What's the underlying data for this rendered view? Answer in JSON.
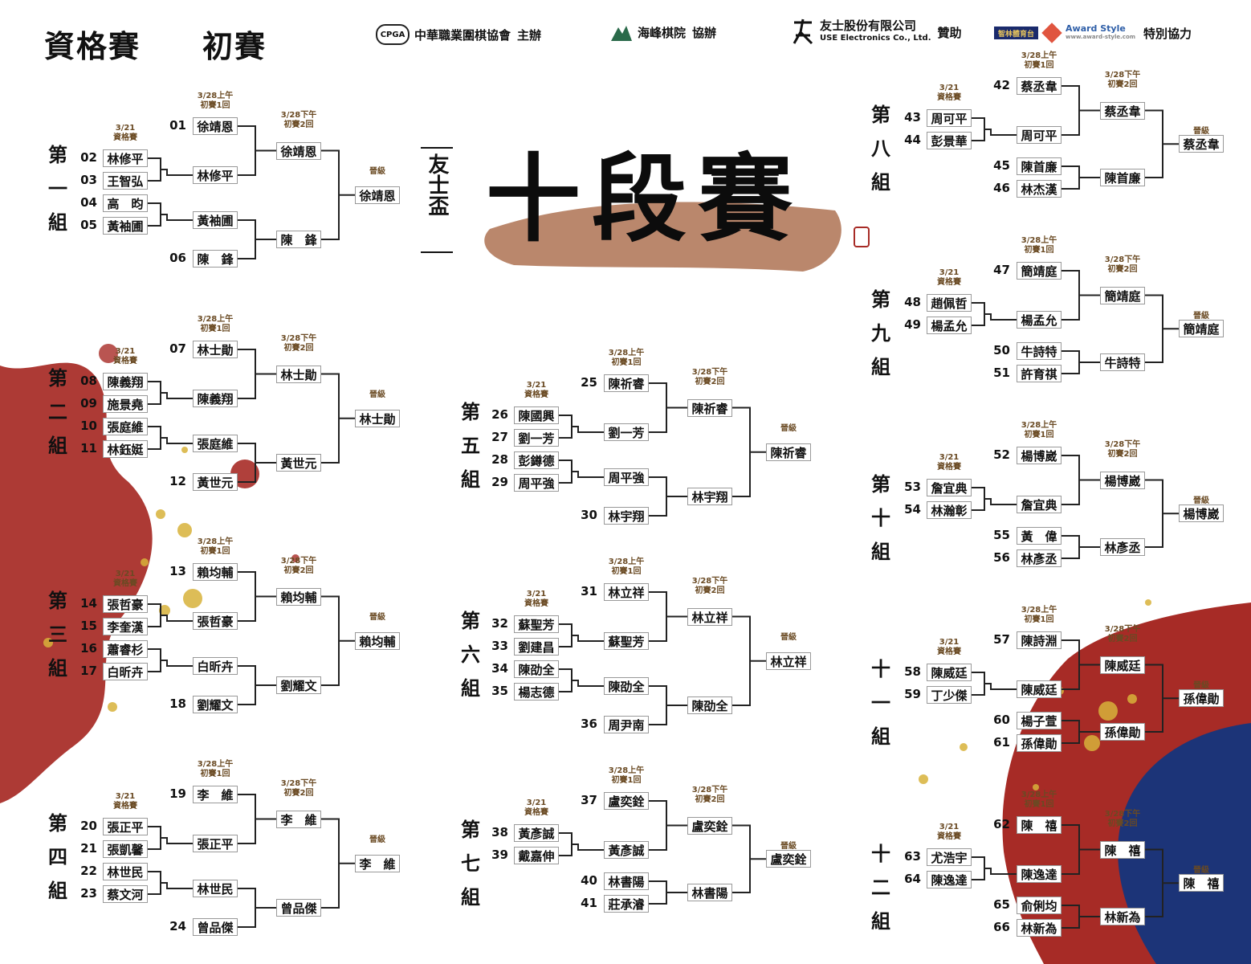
{
  "header": {
    "title_qualifier": "資格賽",
    "title_prelim": "初賽"
  },
  "sponsors": [
    {
      "logo": "CPGA",
      "name": "中華職業圍棋協會",
      "role": "主辦"
    },
    {
      "name": "海峰棋院",
      "role": "協辦"
    },
    {
      "name": "友士股份有限公司",
      "name_en": "USE Electronics Co., Ltd.",
      "role": "贊助"
    },
    {
      "name": "智林體育台",
      "name2": "Award Style",
      "name2_sub": "www.award-style.com",
      "role": "特別協力"
    }
  ],
  "event": {
    "cup_mark": "友士盃",
    "title": "十段賽"
  },
  "round_labels": {
    "qualifier": [
      "3/21",
      "資格賽"
    ],
    "r1": [
      "3/28上午",
      "初賽1回"
    ],
    "r2": [
      "3/28下午",
      "初賽2回"
    ],
    "advance": "晉級"
  },
  "groups": [
    {
      "label": "第一組",
      "seeds": [
        "01",
        "02",
        "03",
        "04",
        "05",
        "06"
      ],
      "players": [
        "徐靖恩",
        "林修平",
        "王智弘",
        "高　昀",
        "黃袖圃",
        "陳　鋒"
      ],
      "q1": "林修平",
      "q2": "黃袖圃",
      "r2a": "徐靖恩",
      "r2b": "陳　鋒",
      "winner": "徐靖恩"
    },
    {
      "label": "第二組",
      "seeds": [
        "07",
        "08",
        "09",
        "10",
        "11",
        "12"
      ],
      "players": [
        "林士勛",
        "陳義翔",
        "施景堯",
        "張庭維",
        "林鈺娗",
        "黃世元"
      ],
      "q1": "陳義翔",
      "q2": "張庭維",
      "r2a": "林士勛",
      "r2b": "黃世元",
      "winner": "林士勛"
    },
    {
      "label": "第三組",
      "seeds": [
        "13",
        "14",
        "15",
        "16",
        "17",
        "18"
      ],
      "players": [
        "賴均輔",
        "張哲豪",
        "李奎漢",
        "蕭睿杉",
        "白昕卉",
        "劉耀文"
      ],
      "q1": "張哲豪",
      "q2": "白昕卉",
      "r2a": "賴均輔",
      "r2b": "劉耀文",
      "winner": "賴均輔"
    },
    {
      "label": "第四組",
      "seeds": [
        "19",
        "20",
        "21",
        "22",
        "23",
        "24"
      ],
      "players": [
        "李　維",
        "張正平",
        "張凱馨",
        "林世民",
        "蔡文河",
        "曾品傑"
      ],
      "q1": "張正平",
      "q2": "林世民",
      "r2a": "李　維",
      "r2b": "曾品傑",
      "winner": "李　維"
    },
    {
      "label": "第五組",
      "seeds": [
        "25",
        "26",
        "27",
        "28",
        "29",
        "30"
      ],
      "players": [
        "陳祈睿",
        "陳國興",
        "劉一芳",
        "彭鐏德",
        "周平強",
        "林宇翔"
      ],
      "q1": "劉一芳",
      "q2": "周平強",
      "r2a": "陳祈睿",
      "r2b": "林宇翔",
      "winner": "陳祈睿"
    },
    {
      "label": "第六組",
      "seeds": [
        "31",
        "32",
        "33",
        "34",
        "35",
        "36"
      ],
      "players": [
        "林立祥",
        "蘇聖芳",
        "劉建昌",
        "陳劭全",
        "楊志德",
        "周尹南"
      ],
      "q1": "蘇聖芳",
      "q2": "陳劭全",
      "r2a": "林立祥",
      "r2b": "陳劭全",
      "winner": "林立祥"
    },
    {
      "label": "第七組",
      "seeds": [
        "37",
        "38",
        "39",
        "40",
        "41"
      ],
      "players": [
        "盧奕銓",
        "黃彥誠",
        "戴嘉伸",
        "林書陽",
        "莊承濬"
      ],
      "q1": "黃彥誠",
      "q2": "林書陽",
      "r2a": "盧奕銓",
      "r2b": "林書陽",
      "winner": "盧奕銓"
    },
    {
      "label": "第八組",
      "seeds": [
        "42",
        "43",
        "44",
        "45",
        "46"
      ],
      "players": [
        "蔡丞韋",
        "周可平",
        "彭景華",
        "陳首廉",
        "林杰漢"
      ],
      "q1": "周可平",
      "q2": "陳首廉",
      "r2a": "蔡丞韋",
      "r2b": "陳首廉",
      "winner": "蔡丞韋"
    },
    {
      "label": "第九組",
      "seeds": [
        "47",
        "48",
        "49",
        "50",
        "51"
      ],
      "players": [
        "簡靖庭",
        "趙佩哲",
        "楊孟允",
        "牛詩特",
        "許育祺"
      ],
      "q1": "楊孟允",
      "q2": "牛詩特",
      "r2a": "簡靖庭",
      "r2b": "牛詩特",
      "winner": "簡靖庭"
    },
    {
      "label": "第十組",
      "seeds": [
        "52",
        "53",
        "54",
        "55",
        "56"
      ],
      "players": [
        "楊博崴",
        "詹宜典",
        "林瀚彰",
        "黃　偉",
        "林彥丞"
      ],
      "q1": "詹宜典",
      "q2": "林彥丞",
      "r2a": "楊博崴",
      "r2b": "林彥丞",
      "winner": "楊博崴"
    },
    {
      "label": "十一組",
      "seeds": [
        "57",
        "58",
        "59",
        "60",
        "61"
      ],
      "players": [
        "陳詩淵",
        "陳威廷",
        "丁少傑",
        "楊子萱",
        "孫偉勛"
      ],
      "q1": "陳威廷",
      "q2": "孫偉勛",
      "r2a": "陳威廷",
      "r2b": "孫偉勛",
      "winner": "孫偉勛"
    },
    {
      "label": "十二組",
      "seeds": [
        "62",
        "63",
        "64",
        "65",
        "66"
      ],
      "players": [
        "陳　禧",
        "尤浩宇",
        "陳逸達",
        "俞俐均",
        "林新為"
      ],
      "q1": "陳逸達",
      "q2": "林新為",
      "r2a": "陳　禧",
      "r2b": "林新為",
      "winner": "陳　禧"
    }
  ],
  "colors": {
    "red": "#a72b26",
    "navy": "#1c3478",
    "gold": "#d8b23a",
    "brown": "#b37a5c"
  }
}
